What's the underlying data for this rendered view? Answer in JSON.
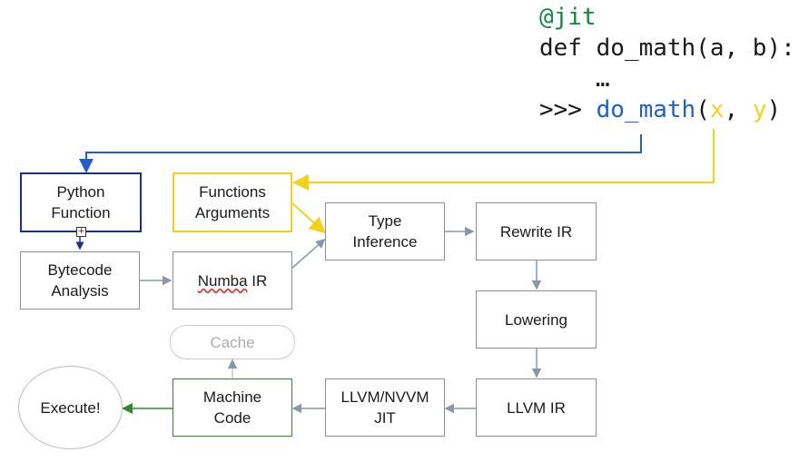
{
  "code": {
    "decorator": "@jit",
    "def_line": "def do_math(a, b):",
    "ellipsis": "…",
    "prompt": ">>> ",
    "call_name": "do_math",
    "call_open": "(",
    "arg_x": "x",
    "comma": ", ",
    "arg_y": "y",
    "call_close": ")"
  },
  "boxes": {
    "python_function": "Python Function",
    "function_arguments": "Functions Arguments",
    "type_inference": "Type Inference",
    "rewrite_ir": "Rewrite IR",
    "bytecode_analysis": "Bytecode Analysis",
    "numba_ir_word": "Numba",
    "numba_ir_rest": " IR",
    "lowering": "Lowering",
    "cache": "Cache",
    "machine_code": "Machine Code",
    "llvm_jit": "LLVM/NVVM JIT",
    "llvm_ir": "LLVM IR",
    "execute": "Execute!"
  },
  "colors": {
    "blue": "#1c2f86",
    "yellow": "#f2d21b",
    "green": "#2e8b2e",
    "gray_arrow": "#8a97a8"
  }
}
